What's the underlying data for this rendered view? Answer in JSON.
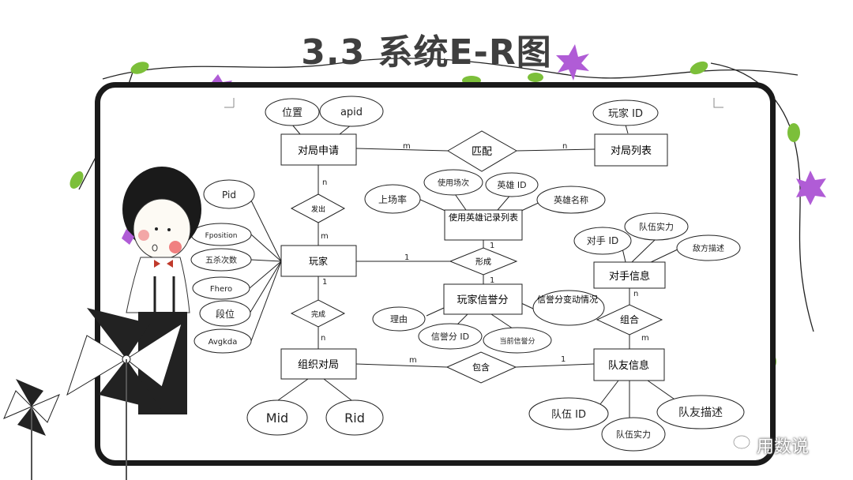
{
  "slide": {
    "title": "3.3 系统E-R图",
    "watermark": "用数说"
  },
  "entities": [
    {
      "id": "e_duiju_shenqing",
      "label": "对局申请"
    },
    {
      "id": "e_duiju_liebiao",
      "label": "对局列表"
    },
    {
      "id": "e_wanjia",
      "label": "玩家"
    },
    {
      "id": "e_shiyong_yingxiong",
      "label": "使用英雄记录列表"
    },
    {
      "id": "e_wanjia_xinyu",
      "label": "玩家信誉分"
    },
    {
      "id": "e_duishou_xinxi",
      "label": "对手信息"
    },
    {
      "id": "e_zuzhi_duiju",
      "label": "组织对局"
    },
    {
      "id": "e_duiyou_xinxi",
      "label": "队友信息"
    }
  ],
  "relationships": [
    {
      "id": "r_pipei",
      "label": "匹配"
    },
    {
      "id": "r_fachu",
      "label": "发出"
    },
    {
      "id": "r_xingcheng",
      "label": "形成"
    },
    {
      "id": "r_wancheng",
      "label": "完成"
    },
    {
      "id": "r_baohan",
      "label": "包含"
    },
    {
      "id": "r_zuhe",
      "label": "组合"
    }
  ],
  "attributes": [
    {
      "id": "a_weizhi",
      "label": "位置"
    },
    {
      "id": "a_apid",
      "label": "apid"
    },
    {
      "id": "a_wanjia_id",
      "label": "玩家 ID"
    },
    {
      "id": "a_pid",
      "label": "Pid"
    },
    {
      "id": "a_fposition",
      "label": "Fposition"
    },
    {
      "id": "a_wusha",
      "label": "五杀次数"
    },
    {
      "id": "a_fhero",
      "label": "Fhero"
    },
    {
      "id": "a_duanwei",
      "label": "段位"
    },
    {
      "id": "a_avgkda",
      "label": "Avgkda"
    },
    {
      "id": "a_shangchang",
      "label": "上场率"
    },
    {
      "id": "a_shiyong_changci",
      "label": "使用场次"
    },
    {
      "id": "a_yingxiong_id",
      "label": "英雄 ID"
    },
    {
      "id": "a_yingxiong_mc",
      "label": "英雄名称"
    },
    {
      "id": "a_duishou_id",
      "label": "对手 ID"
    },
    {
      "id": "a_duiwu_shili_1",
      "label": "队伍实力"
    },
    {
      "id": "a_difang",
      "label": "敌方描述"
    },
    {
      "id": "a_liyou",
      "label": "理由"
    },
    {
      "id": "a_xinyu_id",
      "label": "信誉分 ID"
    },
    {
      "id": "a_dangqian",
      "label": "当前信誉分"
    },
    {
      "id": "a_biandong",
      "label": "信誉分变动情况"
    },
    {
      "id": "a_mid",
      "label": "Mid"
    },
    {
      "id": "a_rid",
      "label": "Rid"
    },
    {
      "id": "a_duiwu_id",
      "label": "队伍 ID"
    },
    {
      "id": "a_duiwu_shili_2",
      "label": "队伍实力"
    },
    {
      "id": "a_duiyou_miaoshu",
      "label": "队友描述"
    }
  ],
  "cardinalities": {
    "m1": "m",
    "n1": "n",
    "n2": "n",
    "m2": "m",
    "one1": "1",
    "one2": "1",
    "one3": "1",
    "one4": "1",
    "n3": "n",
    "m3": "m",
    "one5": "1",
    "n4": "n",
    "m4": "m"
  },
  "colors": {
    "title": "#3f3f3f",
    "line": "#222222",
    "frame": "#1a1a1a",
    "accent_flower": "#b05cd6",
    "leaf": "#7cbf3a"
  }
}
